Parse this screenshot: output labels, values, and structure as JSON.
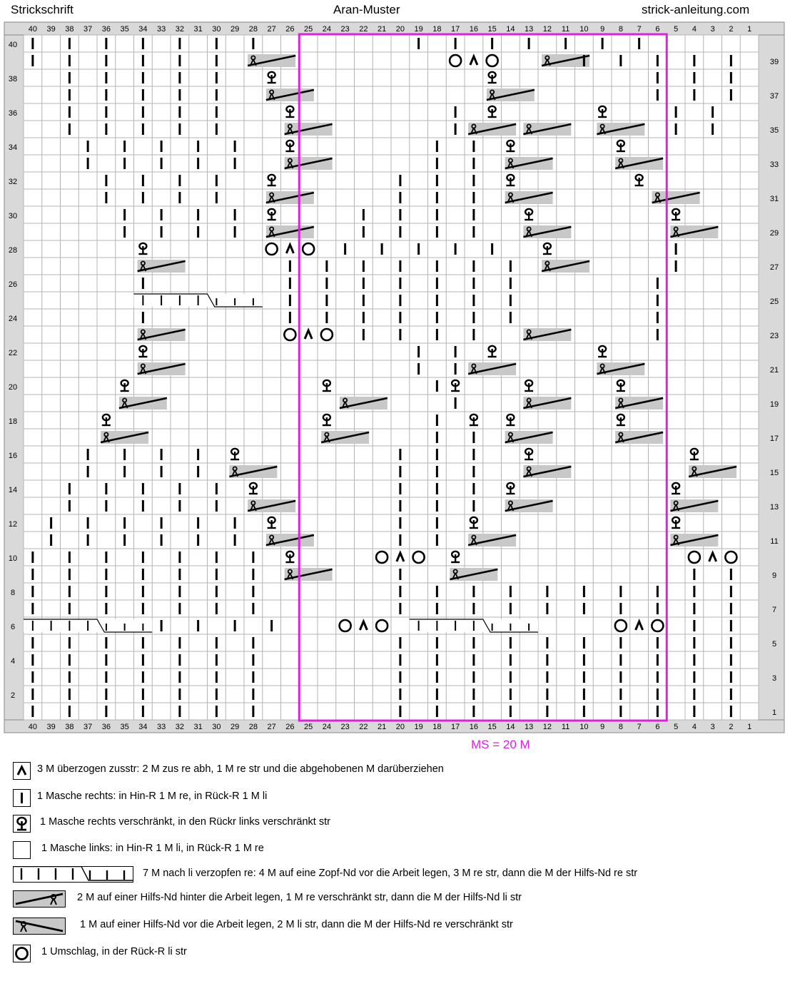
{
  "header": {
    "left": "Strickschrift",
    "center": "Aran-Muster",
    "right": "strick-anleitung.com"
  },
  "chart": {
    "column_labels": [
      "40",
      "39",
      "38",
      "37",
      "36",
      "35",
      "34",
      "33",
      "32",
      "31",
      "30",
      "29",
      "28",
      "27",
      "26",
      "25",
      "24",
      "23",
      "22",
      "21",
      "20",
      "19",
      "18",
      "17",
      "16",
      "15",
      "14",
      "13",
      "12",
      "11",
      "10",
      "9",
      "8",
      "7",
      "6",
      "5",
      "4",
      "3",
      "2",
      "1"
    ],
    "row_labels_left": [
      "40",
      "38",
      "36",
      "34",
      "32",
      "30",
      "28",
      "26",
      "24",
      "22",
      "20",
      "18",
      "16",
      "14",
      "12",
      "10",
      "8",
      "6",
      "4",
      "2"
    ],
    "row_labels_right": [
      "39",
      "37",
      "35",
      "33",
      "31",
      "29",
      "27",
      "25",
      "23",
      "21",
      "19",
      "17",
      "15",
      "13",
      "11",
      "9",
      "7",
      "5",
      "3",
      "1"
    ],
    "highlight_color": "#e020e0",
    "repeat_label": "MS = 20 M",
    "rows": [
      "K.K.K.K.K.K.K........K.K.K.K.K.K.K......",
      "K.K.K.K.K.K.C..........OAO..C.K.K.K.K.K.",
      "..K.K.K.K.K..T...........T........K.K.K.",
      "..K.K.K.K.K..C...........C........K.K.K.",
      "..K.K.K.K.K...T........K.T.....T...K.K..",
      "..K.K.K.K.K...C........KC..C...C...K.K..",
      "...K.K.K.K.K..T.......K.K.T.....T.......",
      "...K.K.K.K.K..C.......K.K.C.....C.......",
      "....K.K.K.K..T......K.K.K.T......T......",
      "....K.K.K.K..C......K.K.K.C.......C.....",
      ".....K.K.K.K.T....K.K.K.K..T.......T....",
      ".....K.K.K.K.C....K.K.K.K..C.......C....",
      "......T......OAO.K.K.K.K.K..T......K....",
      "......C.......K.K.K.K.K.K.K.C......K....",
      "......K.......K.K.K.K.K.K.K.......K.....",
      "......Z.......K.K.K.K.K.K.K.......K.....",
      "......K.......K.K.K.K.K.K.K.......K.....",
      "......C.......OAO.K.K.K.K..C......K.....",
      "......T..............K.K.T.....T........",
      "......C..............K.KC......C........",
      ".....T..........T.....KT...T....T......",
      ".....C...........C.....K...C....C......",
      "....T...........T.....K.T.T.....T......",
      "....C...........C.....K.K.C.....C......",
      "...K.K.K.K.T........K.K.K..T........T..",
      "...K.K.K.K.C........K.K.K..C........C..",
      "..K.K.K.K.K.T.......K.K.K.T........T...",
      "..K.K.K.K.K.C.......K.K.K.C........C...",
      ".K.K.K.K.K.K.T......K.K.T..........T...",
      ".K.K.K.K.K.K.C......K.K.C..........C...",
      "K.K.K.K.K.K.K.T....OAO.T............OAO",
      "K.K.K.K.K.K.K.C.....K..C............K.K",
      "K.K.K.K.K.K.K.......K.K.K.K.K.K.K.K.K.K",
      "K.K.K.K.K.K.K.......K.K.K.K.K.K.K.K.K.K",
      "Z......K.K.K.K...OAO.Z..........OAO.K.K",
      "K.K.K.K.K.K.K.......K.K.K.K.K.K.K.K.K.K",
      "K.K.K.K.K.K.K.......K.K.K.K.K.K.K.K.K.K",
      "K.K.K.K.K.K.K.......K.K.K.K.K.K.K.K.K.K",
      "K.K.K.K.K.K.K.......K.K.K.K.K.K.K.K.K.K",
      "K.K.K.K.K.K.K.......K.K.K.K.K.K.K.K.K.K"
    ]
  },
  "legend": [
    {
      "icon": "sk2p-icon",
      "text": "3 M überzogen zusstr: 2 M zus re abh, 1 M re str und die abgehobenen M darüberziehen"
    },
    {
      "icon": "knit-icon",
      "text": "1 Masche rechts: in Hin-R 1 M re, in Rück-R 1 M li"
    },
    {
      "icon": "twisted-knit-icon",
      "text": "1 Masche rechts verschränkt, in den Rückr links verschränkt str"
    },
    {
      "icon": "purl-icon",
      "text": "1 Masche links: in Hin-R 1 M li, in Rück-R 1 M re"
    },
    {
      "icon": "cable-7-icon",
      "text": "7 M nach li verzopfen re: 4 M auf eine Zopf-Nd vor die Arbeit legen, 3 M re str, dann die M der Hilfs-Nd re str"
    },
    {
      "icon": "cross-back-icon",
      "text": "2 M auf einer Hilfs-Nd hinter die Arbeit legen, 1 M re verschränkt str, dann die M der Hilfs-Nd li str"
    },
    {
      "icon": "cross-front-icon",
      "text": "1 M auf einer Hilfs-Nd vor die Arbeit legen, 2 M li str, dann die M der Hilfs-Nd re verschränkt str"
    },
    {
      "icon": "yarn-over-icon",
      "text": "1 Umschlag, in der Rück-R li str"
    }
  ]
}
